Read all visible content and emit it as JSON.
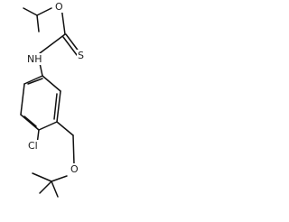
{
  "molecule": {
    "atoms": {
      "oxygen_ether_top": "O",
      "sulfur": "S",
      "nitrogen_h": "NH",
      "chlorine": "Cl",
      "oxygen_ether_bottom": "O"
    },
    "colors": {
      "bond": "#111111",
      "label": "#1a1a1a",
      "background": "#ffffff"
    }
  }
}
